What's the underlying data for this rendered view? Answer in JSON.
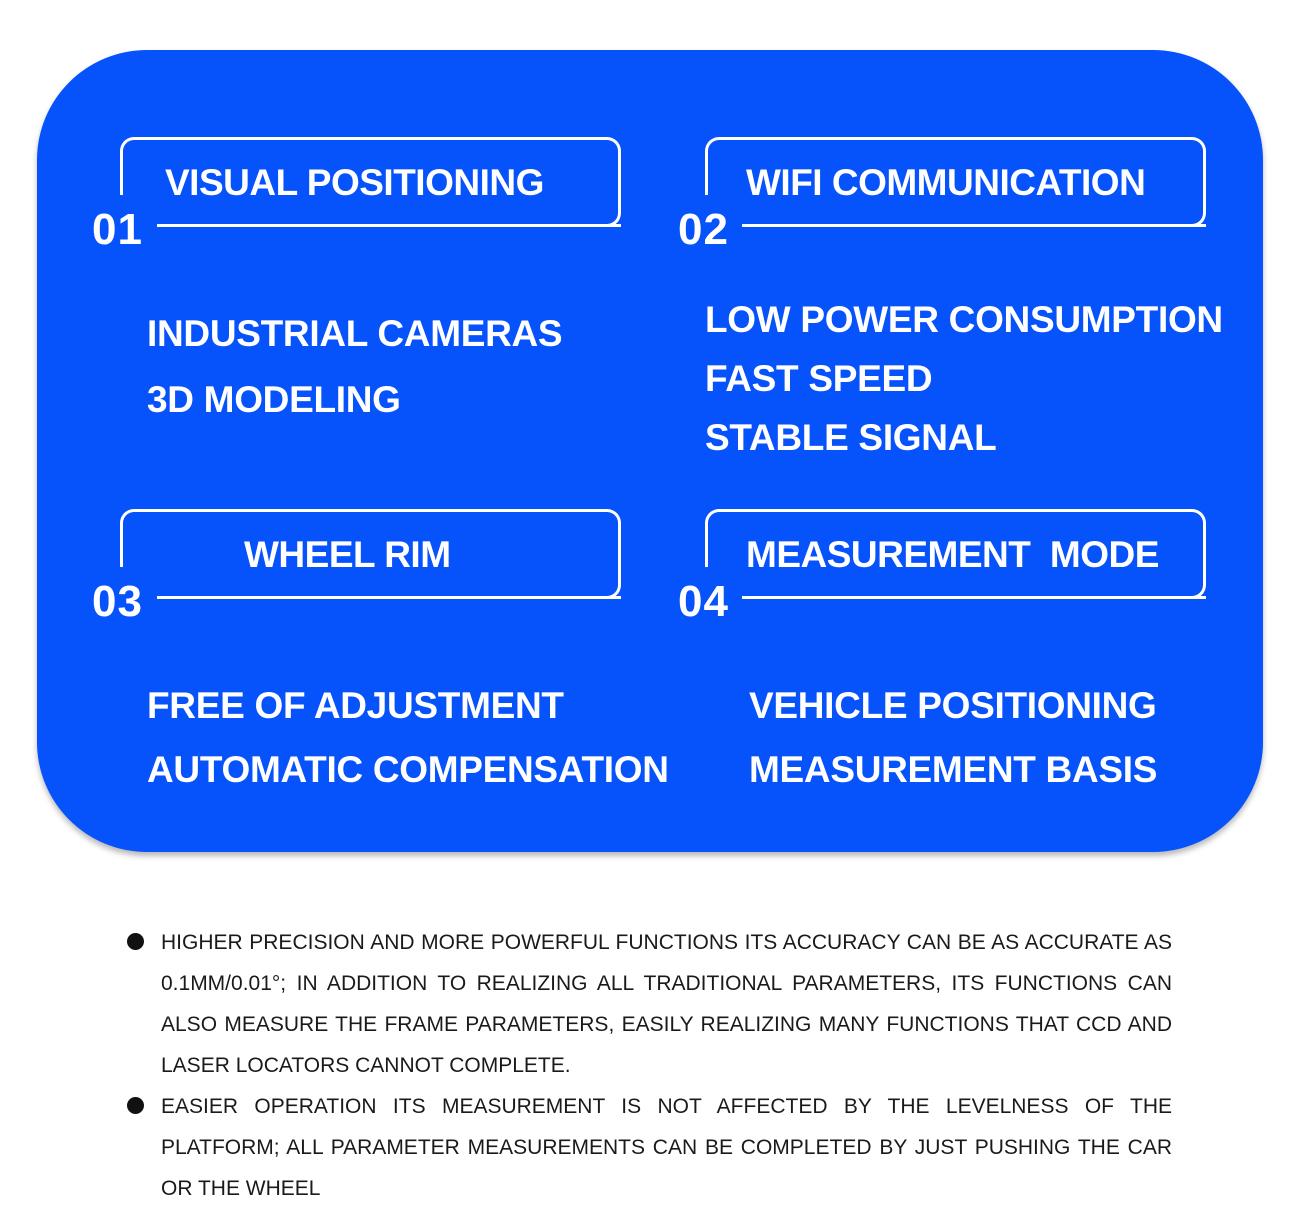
{
  "features": [
    {
      "number": "01",
      "title": "VISUAL POSITIONING",
      "items": [
        "INDUSTRIAL CAMERAS",
        "3D MODELING"
      ]
    },
    {
      "number": "02",
      "title": "WIFI COMMUNICATION",
      "items": [
        "LOW POWER CONSUMPTION",
        "FAST SPEED",
        "STABLE SIGNAL"
      ]
    },
    {
      "number": "03",
      "title": "WHEEL RIM",
      "items": [
        "FREE OF ADJUSTMENT",
        "AUTOMATIC COMPENSATION"
      ]
    },
    {
      "number": "04",
      "title": "MEASUREMENT  MODE",
      "items": [
        "VEHICLE POSITIONING",
        "MEASUREMENT BASIS"
      ]
    }
  ],
  "bullets": [
    "HIGHER PRECISION AND MORE POWERFUL FUNCTIONS ITS ACCURACY CAN BE AS ACCURATE AS 0.1MM/0.01°; IN ADDITION TO REALIZING ALL TRADITIONAL PARAMETERS, ITS FUNCTIONS CAN ALSO MEASURE THE FRAME PARAMETERS, EASILY REALIZING MANY FUNCTIONS THAT CCD AND LASER LOCATORS CANNOT COMPLETE.",
    "EASIER OPERATION ITS MEASUREMENT IS NOT AFFECTED BY THE LEVELNESS OF THE PLATFORM; ALL PARAMETER MEASUREMENTS CAN BE COMPLETED BY JUST PUSHING THE CAR OR THE WHEEL"
  ],
  "colors": {
    "panel": "#0652fb",
    "text_on_panel": "#ffffff",
    "body_text": "#1a1a1a"
  }
}
